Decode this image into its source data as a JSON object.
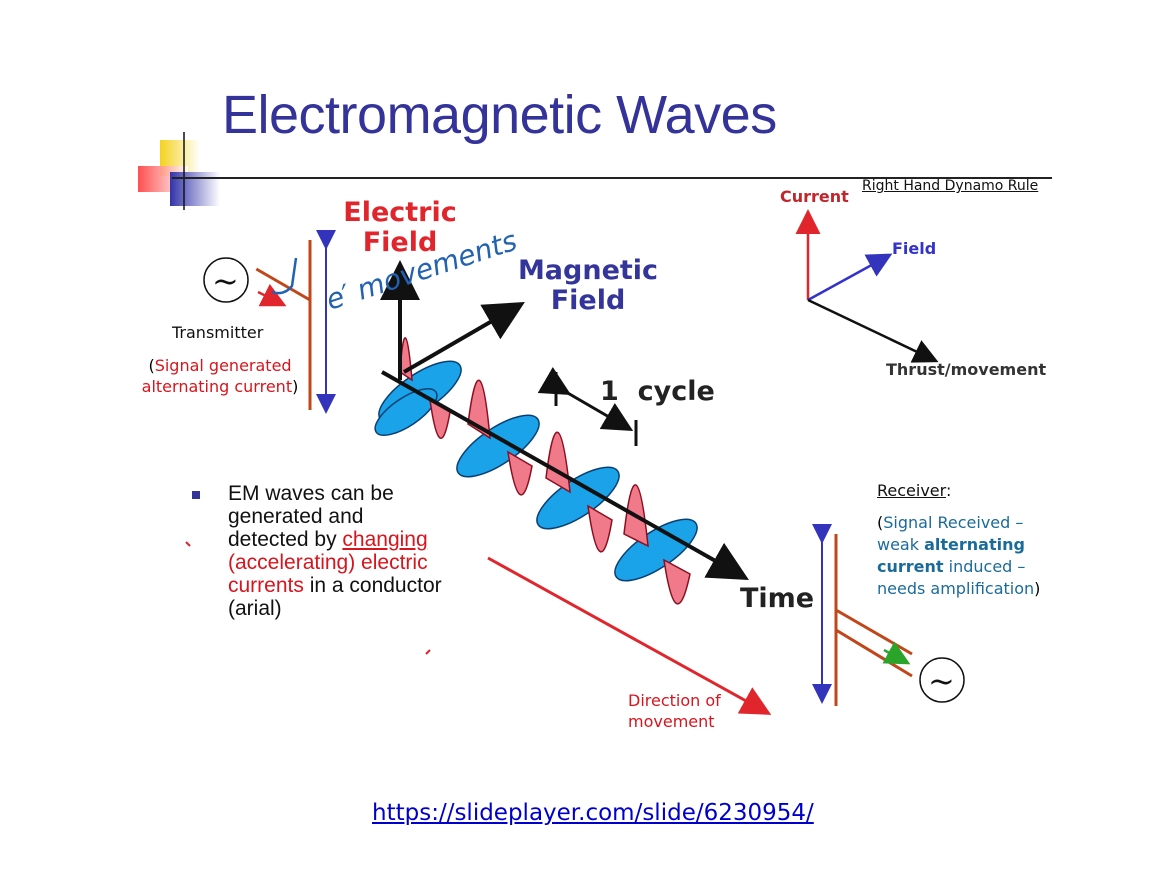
{
  "title": "Electromagnetic Waves",
  "wave_diagram": {
    "electric_field": "Electric\nField",
    "magnetic_field": "Magnetic\nField",
    "cycle": "1  cycle",
    "time": "Time",
    "direction": "Direction of\nmovement"
  },
  "handwriting": "e′ movements",
  "transmitter": {
    "label": "Transmitter",
    "note": "Signal generated alternating current"
  },
  "receiver": {
    "label": "Receiver",
    "note_plain_1": "Signal Received – weak ",
    "note_bold": "alternating current",
    "note_plain_2": " induced – needs amplification"
  },
  "dynamo_rule": {
    "title": "Right Hand Dynamo Rule",
    "current": "Current",
    "field": "Field",
    "thrust": "Thrust/movement"
  },
  "bullet": {
    "part1": "EM waves can be generated and detected by ",
    "underlined": "changing",
    "red_part": " (accelerating) electric currents",
    "part2": " in a conductor (arial)"
  },
  "ac_symbol": "~",
  "source_url": "https://slideplayer.com/slide/6230954/",
  "colors": {
    "title": "#333399",
    "electric": "#e0262c",
    "magnetic": "#1aa3e8",
    "electric_fill": "#f07a8a"
  }
}
